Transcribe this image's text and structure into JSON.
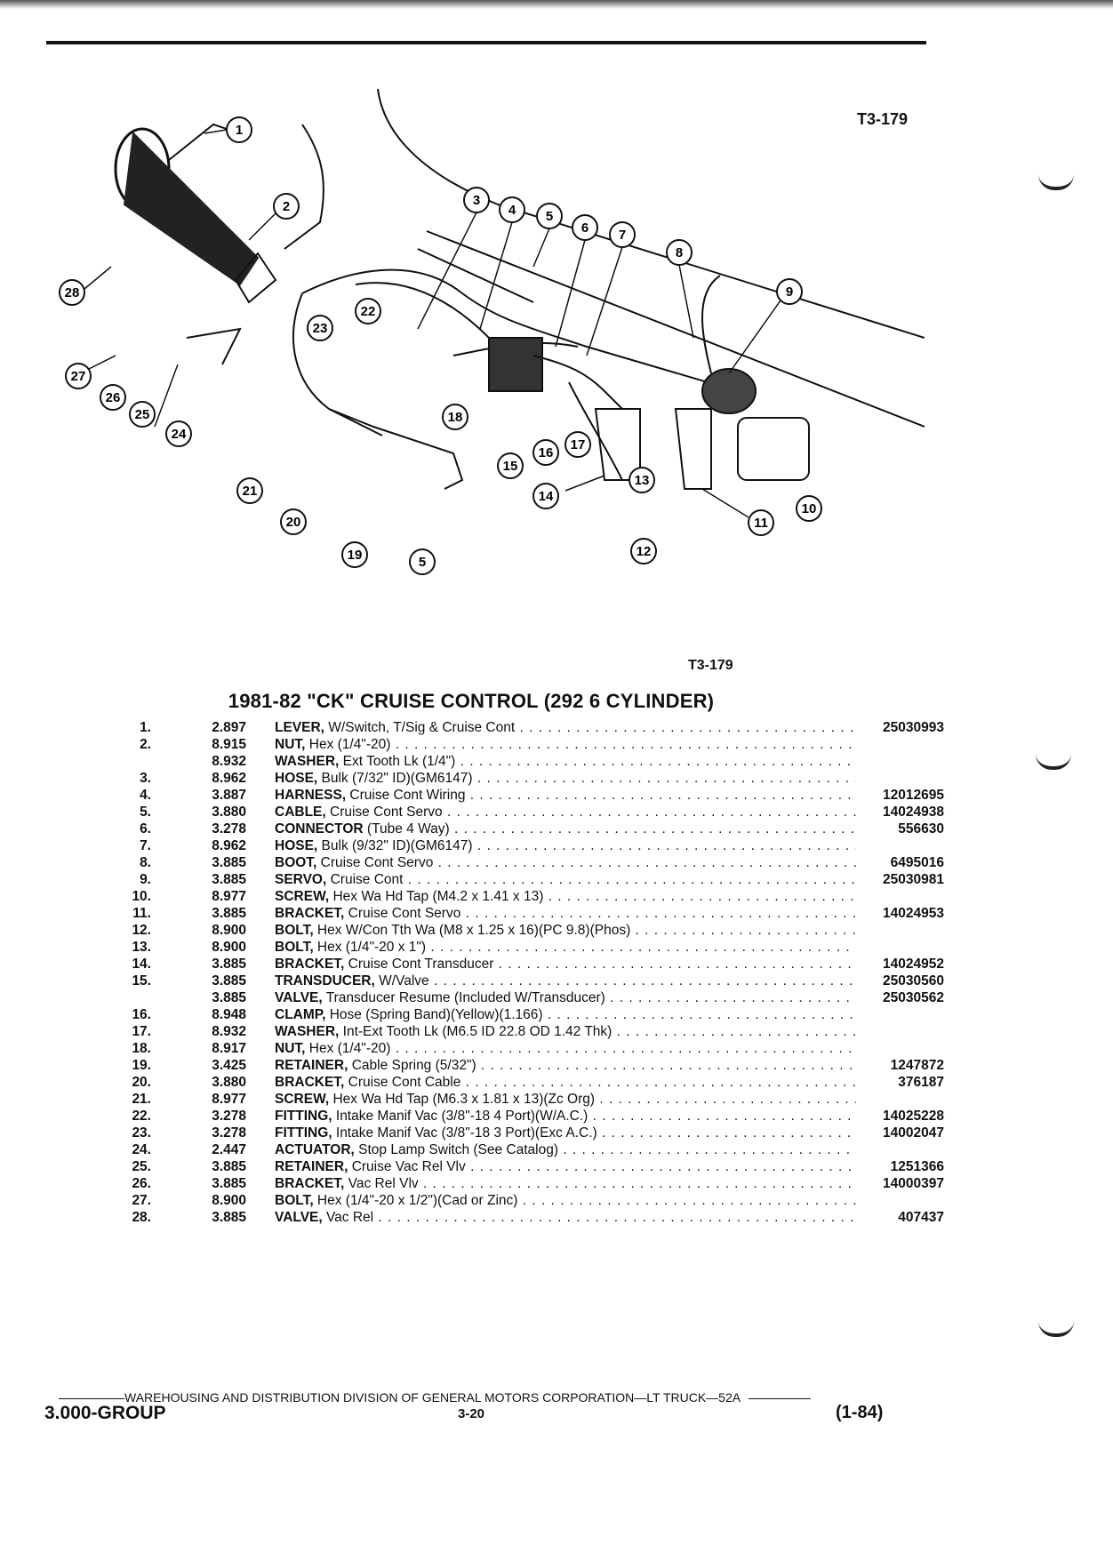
{
  "figure": {
    "code_top": "T3-179",
    "code_bottom": "T3-179",
    "callouts": [
      "1",
      "2",
      "3",
      "4",
      "5",
      "6",
      "7",
      "8",
      "9",
      "10",
      "11",
      "12",
      "13",
      "14",
      "15",
      "16",
      "17",
      "18",
      "19",
      "20",
      "21",
      "22",
      "23",
      "24",
      "25",
      "26",
      "27",
      "28",
      "5"
    ]
  },
  "table": {
    "title": "1981-82 \"CK\" CRUISE CONTROL (292 6 CYLINDER)",
    "rows": [
      {
        "item": "1.",
        "group": "2.897",
        "name": "LEVER,",
        "desc": " W/Switch, T/Sig & Cruise Cont",
        "part": "25030993"
      },
      {
        "item": "2.",
        "group": "8.915",
        "name": "NUT,",
        "desc": " Hex (1/4\"-20)",
        "part": ""
      },
      {
        "item": "",
        "group": "8.932",
        "name": "WASHER,",
        "desc": " Ext Tooth Lk (1/4\")",
        "part": ""
      },
      {
        "item": "3.",
        "group": "8.962",
        "name": "HOSE,",
        "desc": " Bulk (7/32\" ID)(GM6147)",
        "part": ""
      },
      {
        "item": "4.",
        "group": "3.887",
        "name": "HARNESS,",
        "desc": " Cruise Cont Wiring",
        "part": "12012695"
      },
      {
        "item": "5.",
        "group": "3.880",
        "name": "CABLE,",
        "desc": " Cruise Cont Servo",
        "part": "14024938"
      },
      {
        "item": "6.",
        "group": "3.278",
        "name": "CONNECTOR",
        "desc": " (Tube 4 Way)",
        "part": "556630"
      },
      {
        "item": "7.",
        "group": "8.962",
        "name": "HOSE,",
        "desc": " Bulk (9/32\" ID)(GM6147)",
        "part": ""
      },
      {
        "item": "8.",
        "group": "3.885",
        "name": "BOOT,",
        "desc": " Cruise Cont Servo",
        "part": "6495016"
      },
      {
        "item": "9.",
        "group": "3.885",
        "name": "SERVO,",
        "desc": " Cruise Cont",
        "part": "25030981"
      },
      {
        "item": "10.",
        "group": "8.977",
        "name": "SCREW,",
        "desc": " Hex Wa Hd Tap (M4.2 x 1.41 x 13)",
        "part": ""
      },
      {
        "item": "11.",
        "group": "3.885",
        "name": "BRACKET,",
        "desc": " Cruise Cont Servo",
        "part": "14024953"
      },
      {
        "item": "12.",
        "group": "8.900",
        "name": "BOLT,",
        "desc": " Hex W/Con Tth Wa (M8 x 1.25 x 16)(PC 9.8)(Phos)",
        "part": ""
      },
      {
        "item": "13.",
        "group": "8.900",
        "name": "BOLT,",
        "desc": " Hex (1/4\"-20 x 1\")",
        "part": ""
      },
      {
        "item": "14.",
        "group": "3.885",
        "name": "BRACKET,",
        "desc": " Cruise Cont Transducer",
        "part": "14024952"
      },
      {
        "item": "15.",
        "group": "3.885",
        "name": "TRANSDUCER,",
        "desc": " W/Valve",
        "part": "25030560"
      },
      {
        "item": "",
        "group": "3.885",
        "name": "VALVE,",
        "desc": " Transducer Resume (Included W/Transducer)",
        "part": "25030562"
      },
      {
        "item": "16.",
        "group": "8.948",
        "name": "CLAMP,",
        "desc": " Hose (Spring Band)(Yellow)(1.166)",
        "part": ""
      },
      {
        "item": "17.",
        "group": "8.932",
        "name": "WASHER,",
        "desc": " Int-Ext Tooth Lk (M6.5 ID 22.8 OD 1.42 Thk)",
        "part": ""
      },
      {
        "item": "18.",
        "group": "8.917",
        "name": "NUT,",
        "desc": " Hex (1/4\"-20)",
        "part": ""
      },
      {
        "item": "19.",
        "group": "3.425",
        "name": "RETAINER,",
        "desc": " Cable Spring (5/32\")",
        "part": "1247872"
      },
      {
        "item": "20.",
        "group": "3.880",
        "name": "BRACKET,",
        "desc": " Cruise Cont Cable",
        "part": "376187"
      },
      {
        "item": "21.",
        "group": "8.977",
        "name": "SCREW,",
        "desc": " Hex Wa Hd Tap (M6.3 x 1.81 x 13)(Zc Org)",
        "part": ""
      },
      {
        "item": "22.",
        "group": "3.278",
        "name": "FITTING,",
        "desc": " Intake Manif Vac (3/8\"-18 4 Port)(W/A.C.)",
        "part": "14025228"
      },
      {
        "item": "23.",
        "group": "3.278",
        "name": "FITTING,",
        "desc": " Intake Manif Vac (3/8\"-18 3 Port)(Exc A.C.)",
        "part": "14002047"
      },
      {
        "item": "24.",
        "group": "2.447",
        "name": "ACTUATOR,",
        "desc": " Stop Lamp Switch (See Catalog)",
        "part": ""
      },
      {
        "item": "25.",
        "group": "3.885",
        "name": "RETAINER,",
        "desc": " Cruise Vac Rel Vlv",
        "part": "1251366"
      },
      {
        "item": "26.",
        "group": "3.885",
        "name": "BRACKET,",
        "desc": " Vac Rel Vlv",
        "part": "14000397"
      },
      {
        "item": "27.",
        "group": "8.900",
        "name": "BOLT,",
        "desc": " Hex (1/4\"-20 x 1/2\")(Cad or Zinc)",
        "part": ""
      },
      {
        "item": "28.",
        "group": "3.885",
        "name": "VALVE,",
        "desc": " Vac Rel",
        "part": "407437"
      }
    ]
  },
  "footer": {
    "line": "WAREHOUSING AND DISTRIBUTION  DIVISION OF GENERAL MOTORS CORPORATION—LT TRUCK—52A",
    "left": "3.000-GROUP",
    "center": "3-20",
    "right": "(1-84)"
  }
}
